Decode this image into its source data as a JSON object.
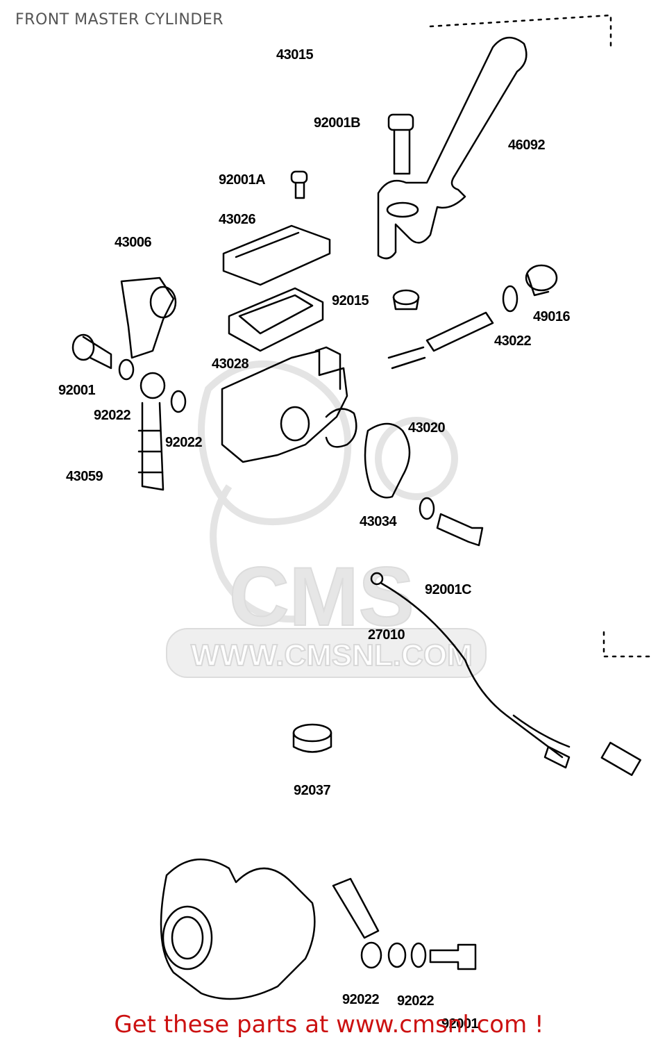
{
  "title": "FRONT MASTER CYLINDER",
  "watermark": {
    "logo": "CMS",
    "url": "WWW.CMSNL.COM"
  },
  "parts": {
    "p43015": "43015",
    "p92001B": "92001B",
    "p46092": "46092",
    "p92001A": "92001A",
    "p43026": "43026",
    "p43006": "43006",
    "p92015": "92015",
    "p49016": "49016",
    "p43022": "43022",
    "p43028": "43028",
    "p92001": "92001",
    "p92022a": "92022",
    "p92022b": "92022",
    "p43020": "43020",
    "p43059": "43059",
    "p43034": "43034",
    "p92001C": "92001C",
    "p27010": "27010",
    "p92037": "92037",
    "p92022c": "92022",
    "p92022d": "92022",
    "p92001bottom": "92001"
  },
  "footer": "Get these parts at www.cmsnl.com !",
  "colors": {
    "footer": "#cc1111",
    "title": "#555555",
    "watermark": "#e6e6e6"
  }
}
